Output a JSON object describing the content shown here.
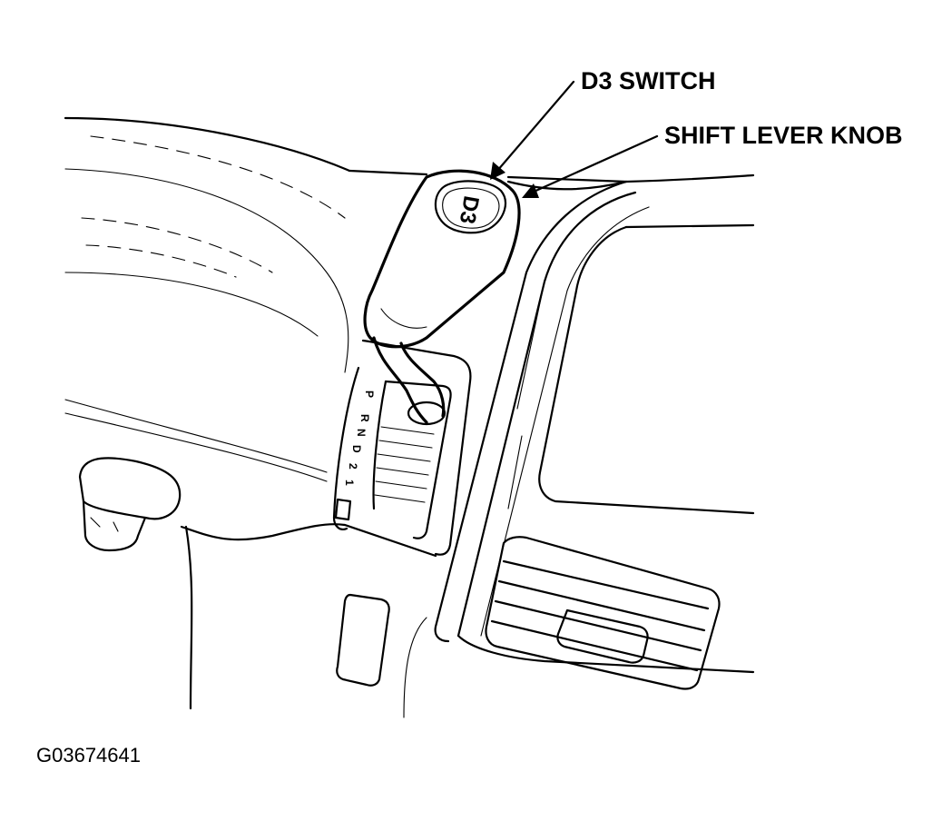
{
  "callouts": {
    "d3_switch": "D3 SWITCH",
    "shift_lever_knob": "SHIFT LEVER KNOB"
  },
  "knob_button_text": "D3",
  "gear_positions": [
    "P",
    "R",
    "N",
    "D",
    "2",
    "1"
  ],
  "figure_id": "G03674641"
}
